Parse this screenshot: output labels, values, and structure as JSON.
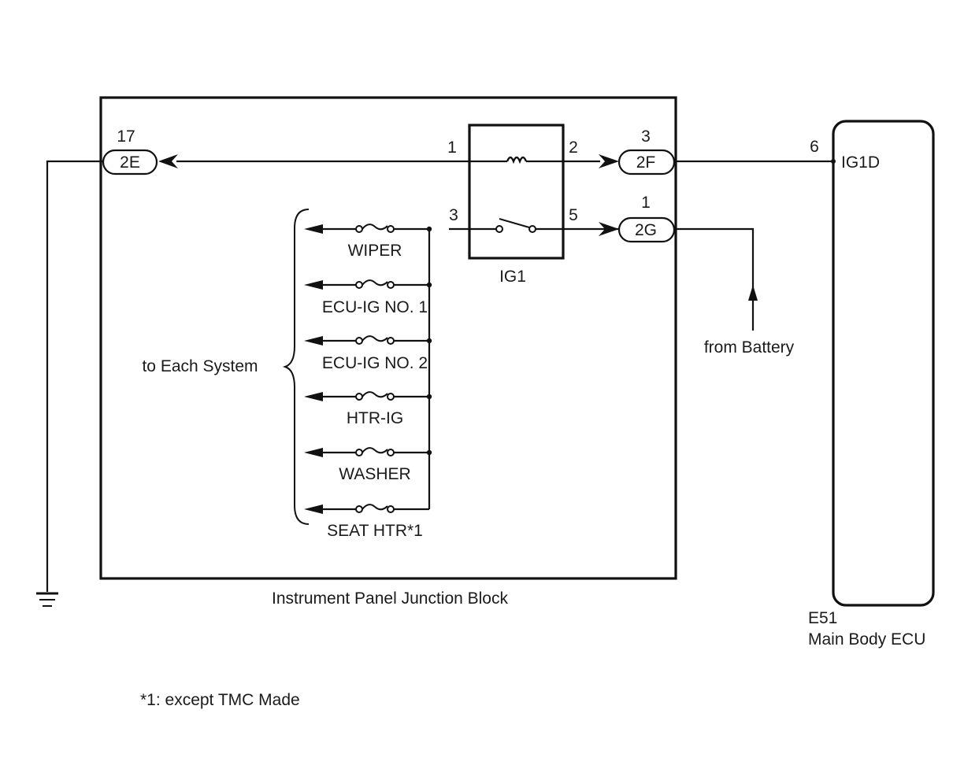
{
  "diagram": {
    "junction_block": {
      "label": "Instrument Panel Junction Block",
      "connectors": {
        "left": {
          "name": "2E",
          "pin": "17"
        },
        "right_top": {
          "name": "2F",
          "pin": "3"
        },
        "right_bottom": {
          "name": "2G",
          "pin": "1"
        }
      },
      "relay": {
        "name": "IG1",
        "pins": {
          "coil_in": "1",
          "coil_out": "2",
          "switch_in": "3",
          "switch_out": "5"
        }
      },
      "fuse_group_label": "to Each System",
      "fuses": [
        {
          "label": "WIPER"
        },
        {
          "label": "ECU-IG NO. 1"
        },
        {
          "label": "ECU-IG NO. 2"
        },
        {
          "label": "HTR-IG"
        },
        {
          "label": "WASHER"
        },
        {
          "label": "SEAT HTR*1"
        }
      ]
    },
    "ecu": {
      "code": "E51",
      "name": "Main Body ECU",
      "terminal": {
        "name": "IG1D",
        "pin": "6"
      }
    },
    "battery_label": "from Battery",
    "ground_icon": "ground-icon",
    "footnote": "*1: except TMC Made"
  }
}
